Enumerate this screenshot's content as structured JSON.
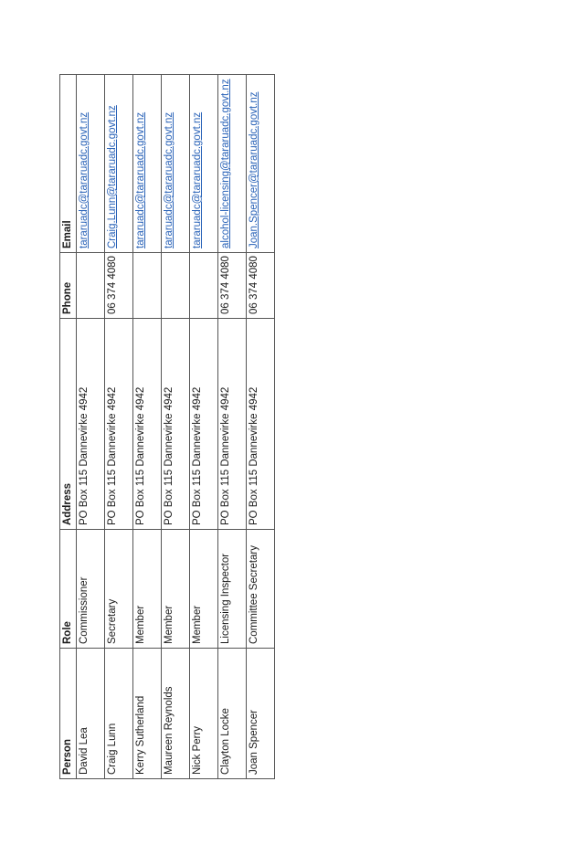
{
  "table": {
    "headers": {
      "person": "Person",
      "role": "Role",
      "address": "Address",
      "phone": "Phone",
      "email": "Email"
    },
    "rows": [
      {
        "person": "David Lea",
        "role": "Commissioner",
        "address": "PO Box 115 Dannevirke 4942",
        "phone": "",
        "email": "tararuadc@tararuadc.govt.nz"
      },
      {
        "person": "Craig Lunn",
        "role": "Secretary",
        "address": "PO Box 115 Dannevirke 4942",
        "phone": "06 374 4080",
        "email": "Craig.Lunn@tararuadc.govt.nz"
      },
      {
        "person": "Kerry Sutherland",
        "role": "Member",
        "address": "PO Box 115 Dannevirke 4942",
        "phone": "",
        "email": "tararuadc@tararuadc.govt.nz"
      },
      {
        "person": "Maureen Reynolds",
        "role": "Member",
        "address": "PO Box 115 Dannevirke 4942",
        "phone": "",
        "email": "tararuadc@tararuadc.govt.nz"
      },
      {
        "person": "Nick Perry",
        "role": "Member",
        "address": "PO Box 115 Dannevirke 4942",
        "phone": "",
        "email": "tararuadc@tararuadc.govt.nz"
      },
      {
        "person": "Clayton Locke",
        "role": "Licensing Inspector",
        "address": "PO Box 115 Dannevirke 4942",
        "phone": "06 374 4080",
        "email": "alcohol-licensing@tararuadc.govt.nz"
      },
      {
        "person": "Joan Spencer",
        "role": "Committee Secretary",
        "address": "PO Box 115 Dannevirke 4942",
        "phone": "06 374 4080",
        "email": "Joan.Spencer@tararuadc.govt.nz"
      }
    ]
  },
  "colors": {
    "link": "#2a63b8",
    "border": "#555555"
  }
}
